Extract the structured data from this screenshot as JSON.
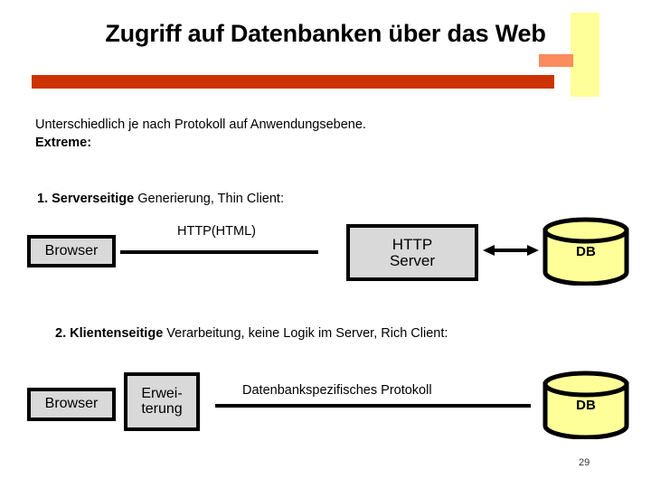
{
  "slide": {
    "title": "Zugriff auf Datenbanken über das Web",
    "page_number": "29",
    "colors": {
      "title_underline_red": "#cc3300",
      "accent_orange": "#fb8c5d",
      "accent_yellow": "#ffff99",
      "box_fill_gray": "#d9d9d9",
      "db_fill_yellow": "#ffff99",
      "outline_black": "#000000"
    }
  },
  "intro": {
    "line1": "Unterschiedlich je nach Protokoll auf Anwendungsebene.",
    "line2": "Extreme:"
  },
  "sections": [
    {
      "lead": "1. Serverseitige",
      "rest": " Generierung, Thin Client:",
      "diagram": {
        "browser_label": "Browser",
        "connector_label": "HTTP(HTML)",
        "server_label_line1": "HTTP",
        "server_label_line2": "Server",
        "arrow": "double-headed-arrow",
        "db_label": "DB"
      }
    },
    {
      "lead": "2. Klientenseitige",
      "rest": " Verarbeitung, keine Logik im Server, Rich Client:",
      "diagram": {
        "browser_label": "Browser",
        "extension_label_line1": "Erwei-",
        "extension_label_line2": "terung",
        "connector_label": "Datenbankspezifisches Protokoll",
        "db_label": "DB"
      }
    }
  ]
}
